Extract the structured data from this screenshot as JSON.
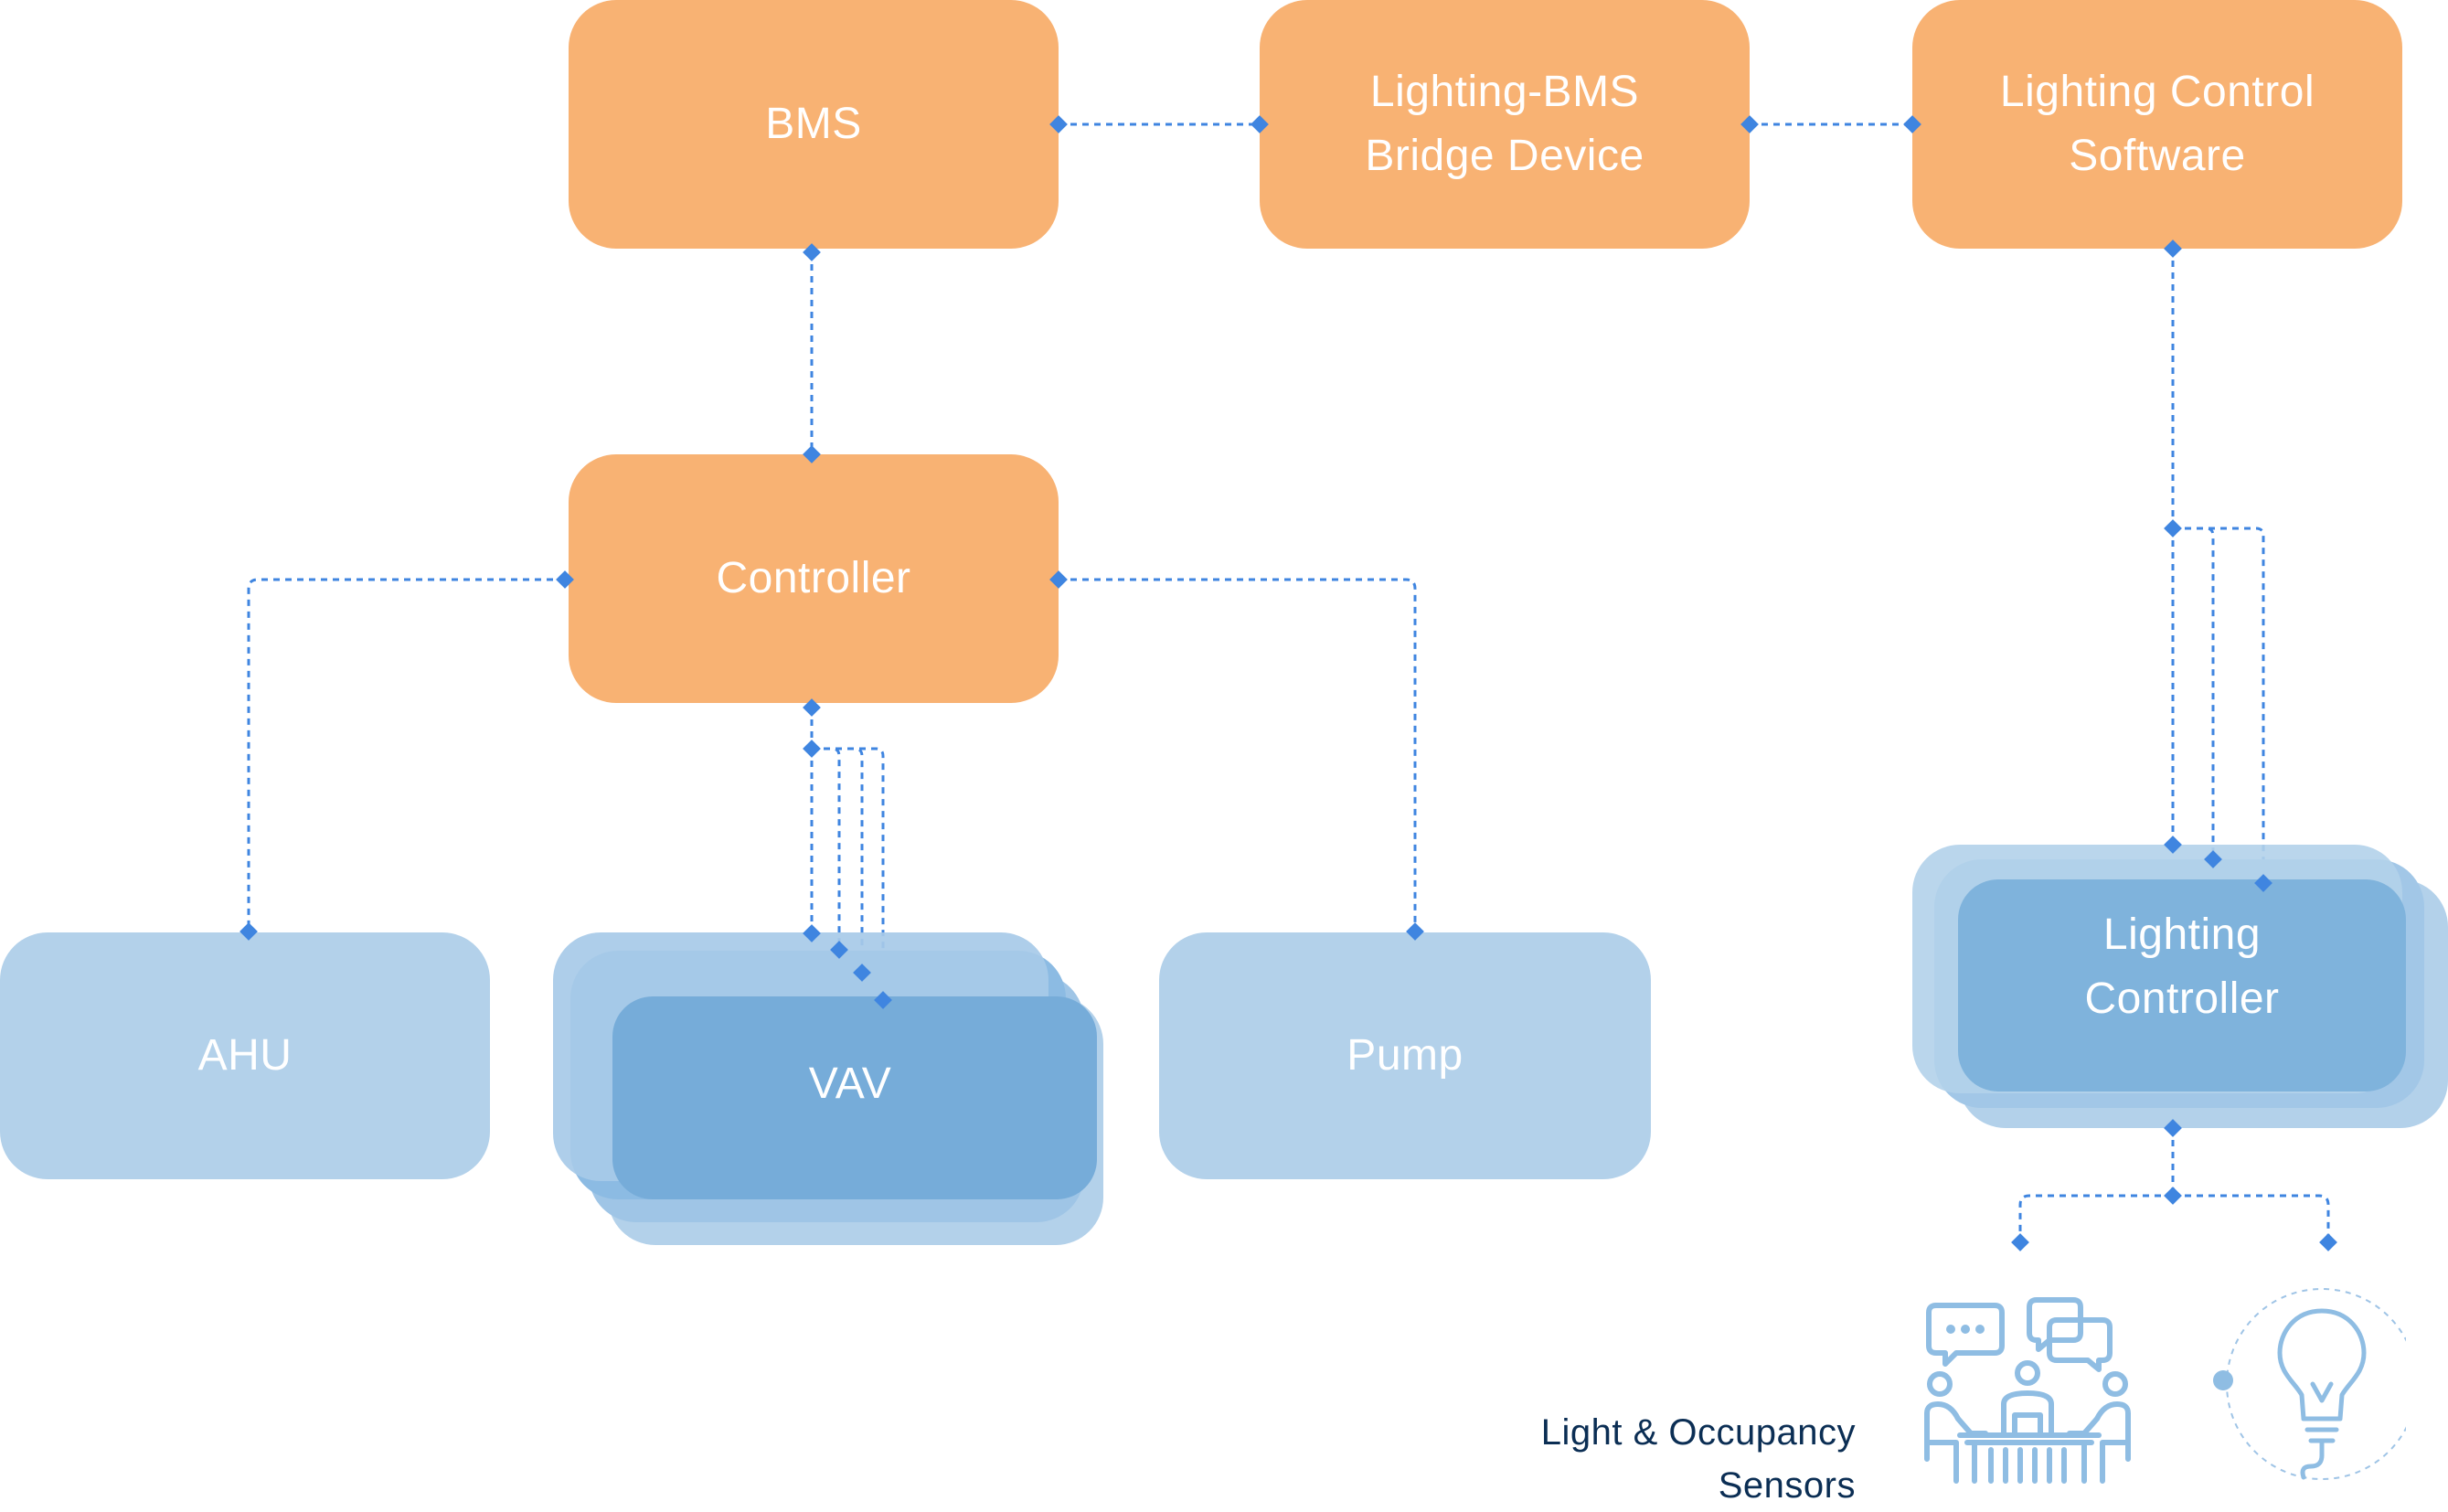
{
  "colors": {
    "orange_box": "#f8b273",
    "blue_light_box": "#b3d1ea",
    "blue_mid_box": "#7fb3dc",
    "connector": "#3f85e0",
    "label_text": "#0b2e54"
  },
  "nodes": {
    "bms": "BMS",
    "bridge": "Lighting-BMS\nBridge Device",
    "software": "Lighting Control\nSoftware",
    "controller": "Controller",
    "ahu": "AHU",
    "vav": "VAV",
    "pump": "Pump",
    "lighting_controller": "Lighting\nController"
  },
  "sensor_label": "Light & Occupancy\nSensors",
  "icons": [
    "meeting-occupancy-icon",
    "lightbulb-icon"
  ]
}
